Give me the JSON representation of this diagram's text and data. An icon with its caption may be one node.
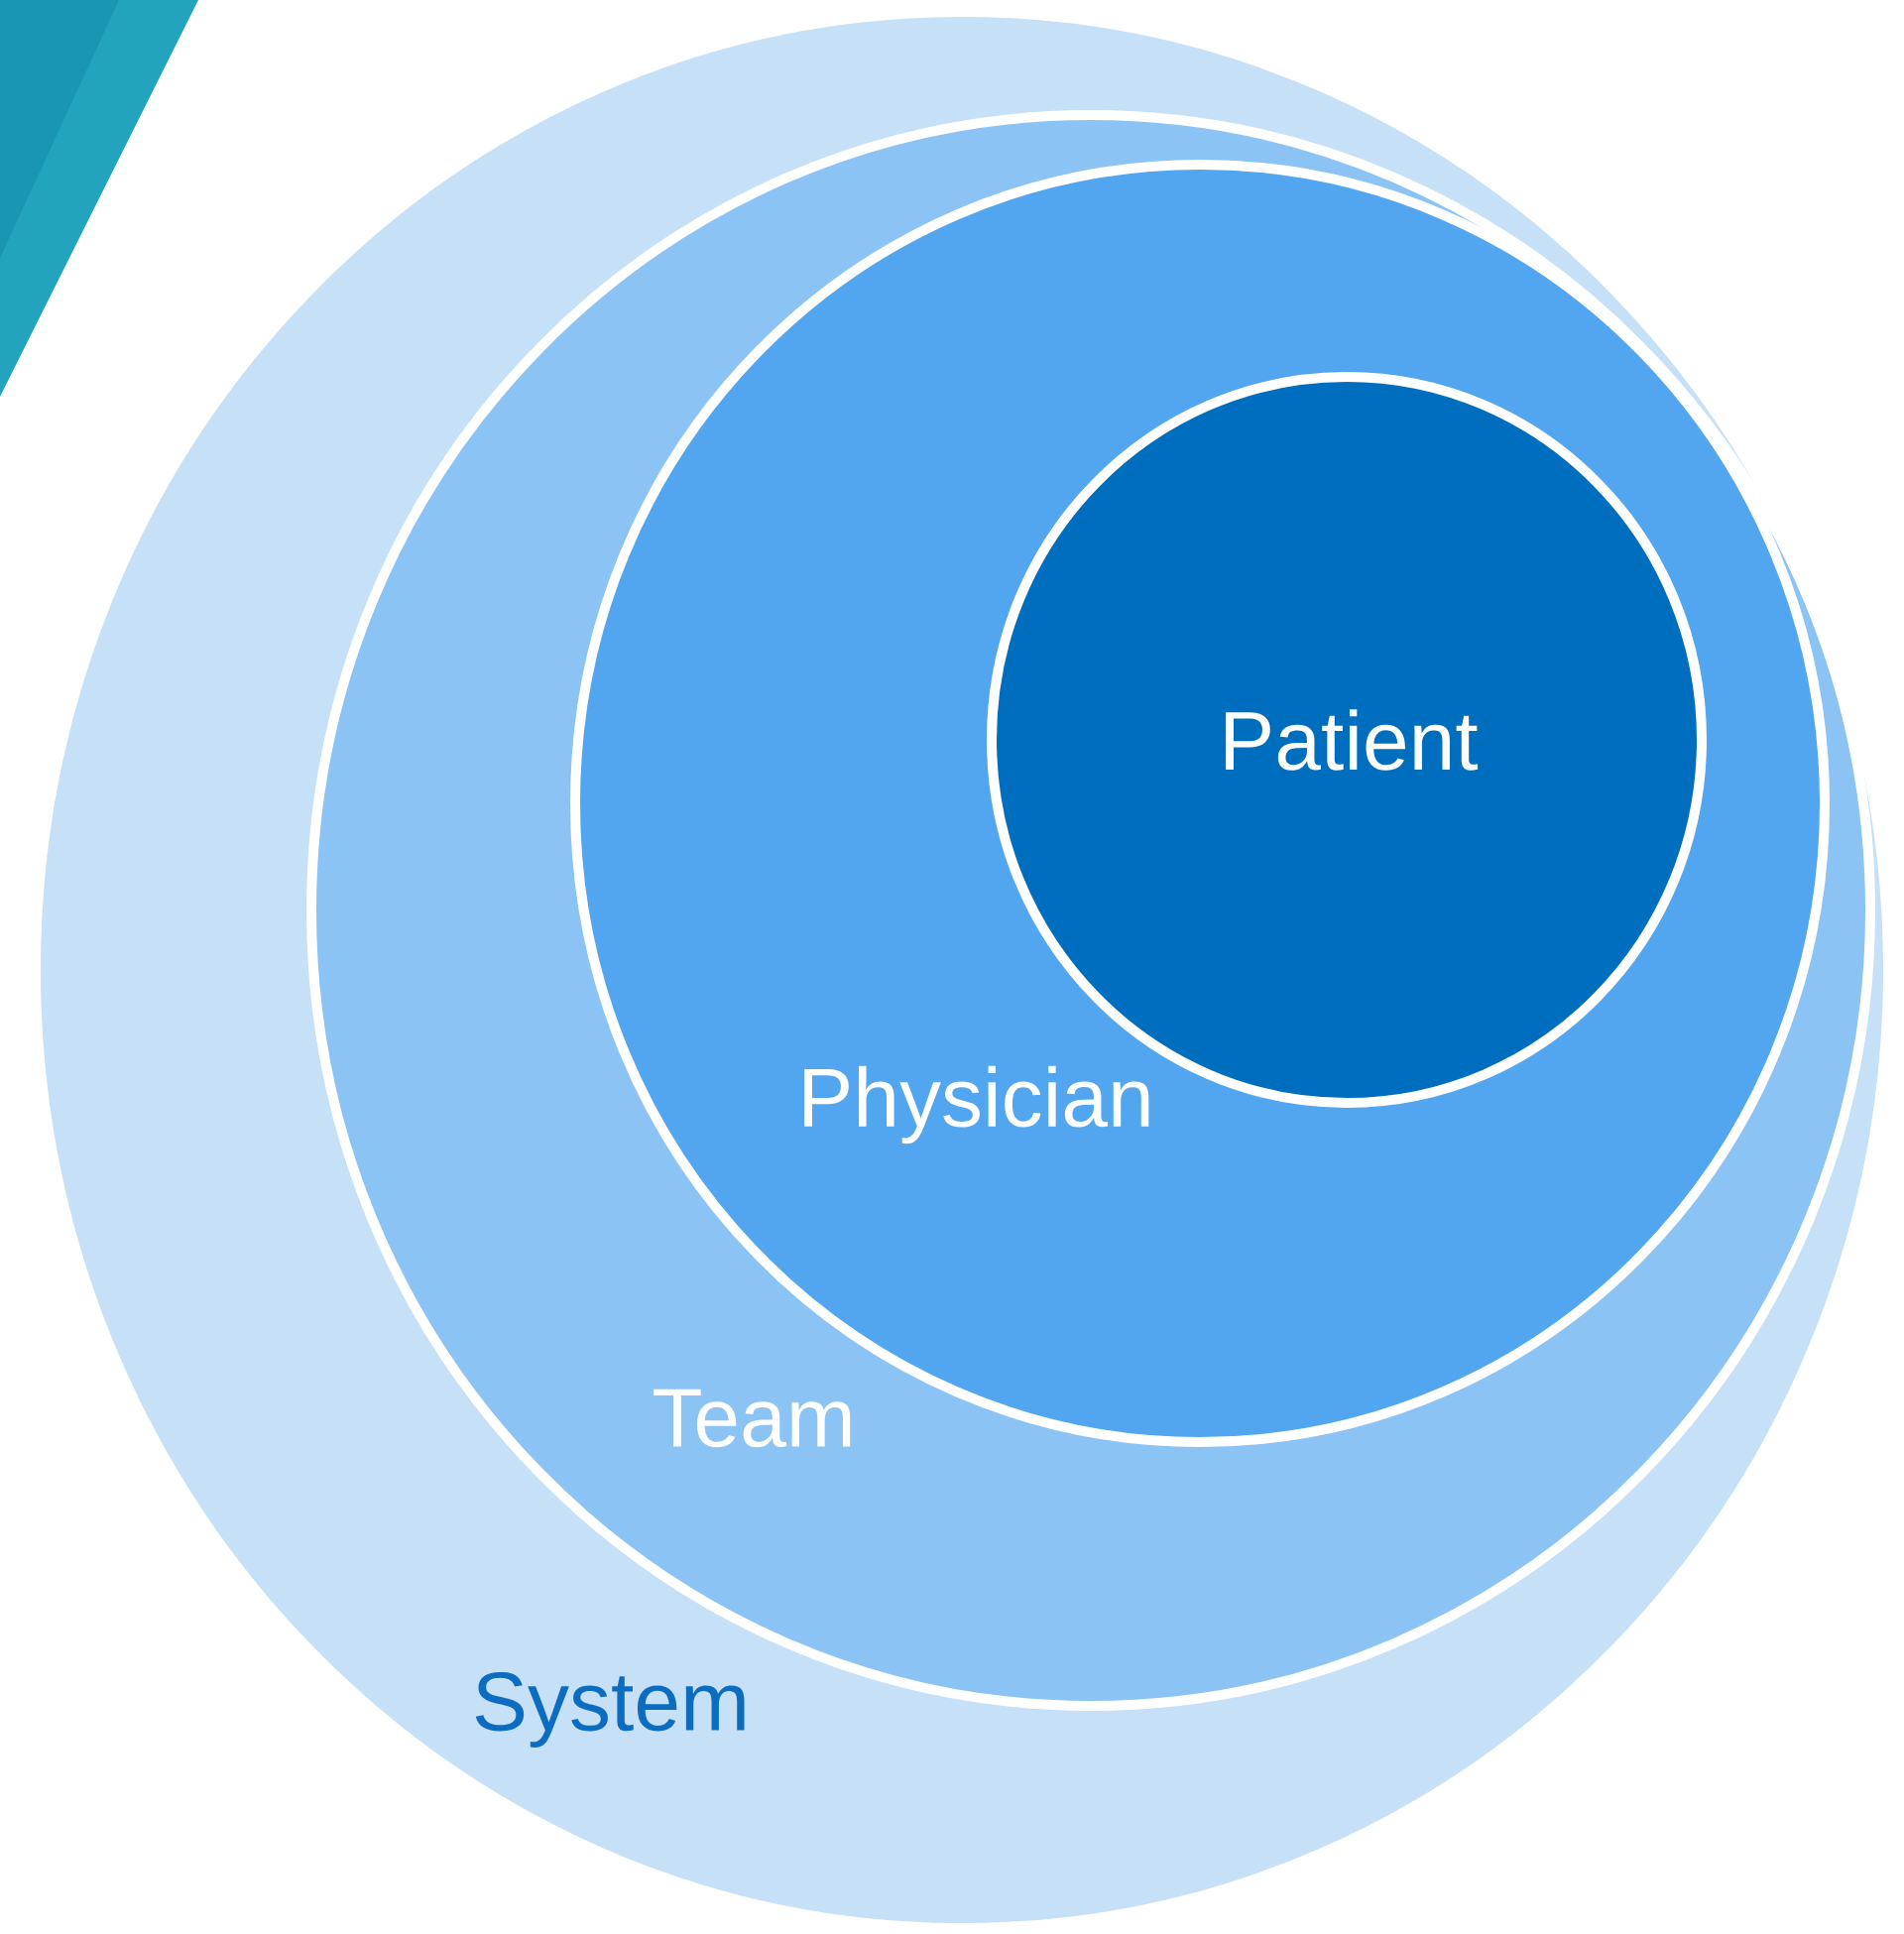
{
  "diagram": {
    "nodes": [
      {
        "text": [
          "System"
        ]
      },
      {
        "text": [
          "Team"
        ],
        "in": 0
      },
      {
        "text": [
          "Physician"
        ],
        "in": 1
      },
      {
        "text": [
          "Patient"
        ],
        "in": 2
      }
    ]
  }
}
